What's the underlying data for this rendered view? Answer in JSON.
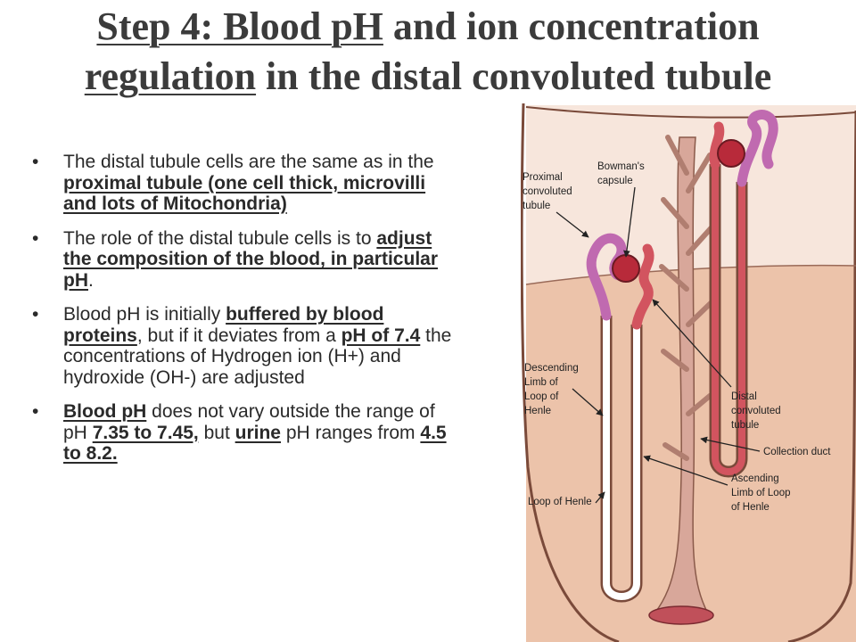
{
  "slide": {
    "title_part1": "Step 4: Blood pH",
    "title_part2": " and ion concentration",
    "title_line2_underlined": "regulation",
    "title_line2_rest": " in the distal convoluted tubule"
  },
  "bullets": [
    {
      "marker": "•",
      "t1": "The distal tubule cells are the same as in the ",
      "b1": "proximal tubule (one cell thick, microvilli and lots of Mitochondria)"
    },
    {
      "marker": "•",
      "t1": " The role of the distal tubule cells is to ",
      "b1": "adjust the composition of the blood, in particular pH",
      "t2": "."
    },
    {
      "marker": "•",
      "t1": "Blood pH is initially ",
      "b1": "buffered by blood proteins",
      "t2": ", but if it deviates from a ",
      "b2": "pH of 7.4",
      "t3": " the concentrations of Hydrogen ion (H+) and hydroxide (OH-) are adjusted"
    },
    {
      "marker": "•",
      "b1": "Blood pH",
      "t1": " does not vary outside the range of pH ",
      "b2": "7.35 to 7.45,",
      "t2": " but ",
      "b3": "urine",
      "t3": " pH ranges from ",
      "b4": "4.5 to 8.2."
    }
  ],
  "diagram": {
    "labels": {
      "proximal": [
        "Proximal",
        "convoluted",
        "tubule"
      ],
      "bowmans": [
        "Bowman's",
        "capsule"
      ],
      "descending": [
        "Descending",
        "Limb of",
        "Loop of",
        "Henle"
      ],
      "distal": [
        "Distal",
        "convoluted",
        "tubule"
      ],
      "collection": "Collection duct",
      "ascending": [
        "Ascending",
        "Limb of Loop",
        "of Henle"
      ],
      "loop": "Loop of Henle"
    },
    "colors": {
      "cortex": "#f7e6dc",
      "medulla": "#ecc3aa",
      "outline": "#7a4a3a",
      "proximal_tubule": "#c06ab0",
      "distal_tubule": "#d2545f",
      "duct": "#d8a79a",
      "loop": "#ffffff"
    }
  }
}
